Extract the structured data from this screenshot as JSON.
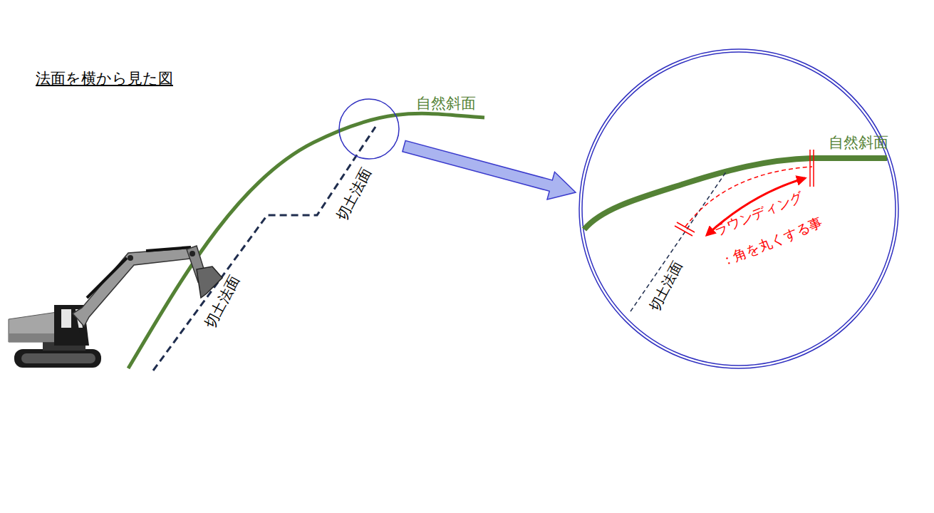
{
  "diagram": {
    "title": "法面を横から見た図",
    "labels": [
      "自然斜面",
      "切土法面",
      "切土法面",
      "自然斜面",
      "ラウンディング",
      "：角を丸くする事",
      "切土法面"
    ]
  }
}
